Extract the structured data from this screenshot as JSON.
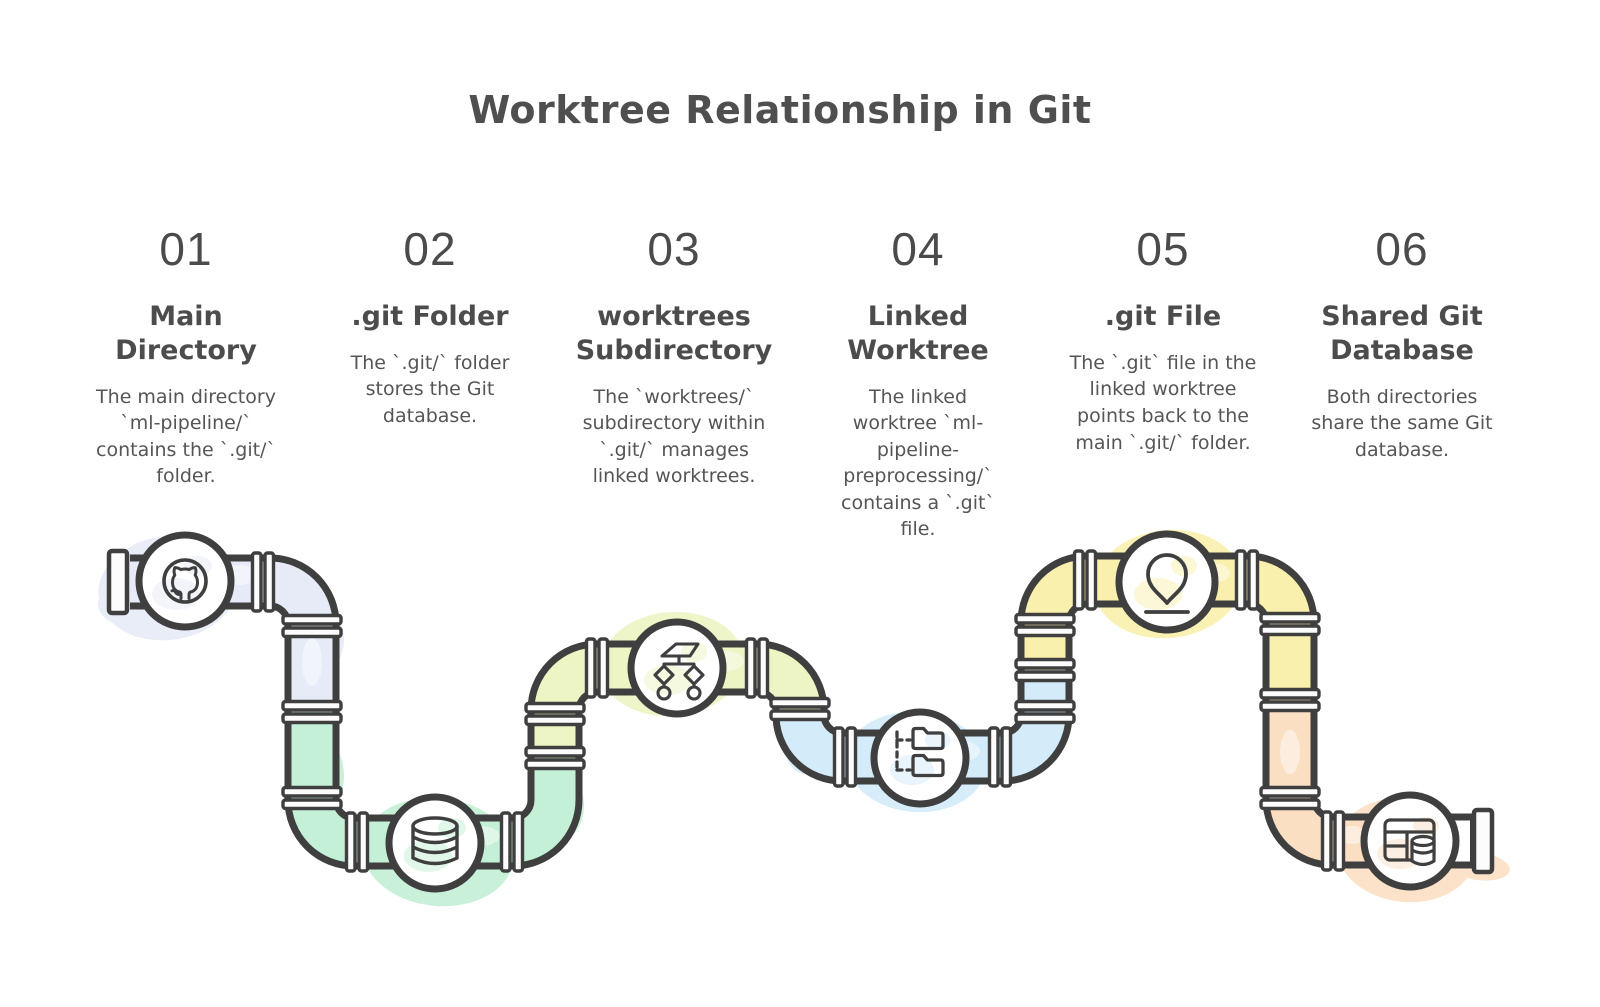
{
  "title": "Worktree Relationship in Git",
  "outline_color": "#3f3f3f",
  "steps": [
    {
      "number": "01",
      "title": "Main Directory",
      "description": "The main directory `ml-pipeline/` contains the `.git/` folder.",
      "icon": "github-icon",
      "color": "#e7ebf7"
    },
    {
      "number": "02",
      "title": ".git Folder",
      "description": "The `.git/` folder stores the Git database.",
      "icon": "database-icon",
      "color": "#c3f0d6"
    },
    {
      "number": "03",
      "title": "worktrees Subdirectory",
      "description": "The `worktrees/` subdirectory within `.git/` manages linked worktrees.",
      "icon": "flowchart-icon",
      "color": "#ecf5c3"
    },
    {
      "number": "04",
      "title": "Linked Worktree",
      "description": "The linked worktree `ml-pipeline-preprocessing/` contains a `.git` file.",
      "icon": "linked-folders-icon",
      "color": "#d4ebfa"
    },
    {
      "number": "05",
      "title": ".git File",
      "description": "The `.git` file in the linked worktree points back to the main `.git/` folder.",
      "icon": "location-pin-icon",
      "color": "#faf0ad"
    },
    {
      "number": "06",
      "title": "Shared Git Database",
      "description": "Both directories share the same Git database.",
      "icon": "table-database-icon",
      "color": "#fbdfc3"
    }
  ]
}
